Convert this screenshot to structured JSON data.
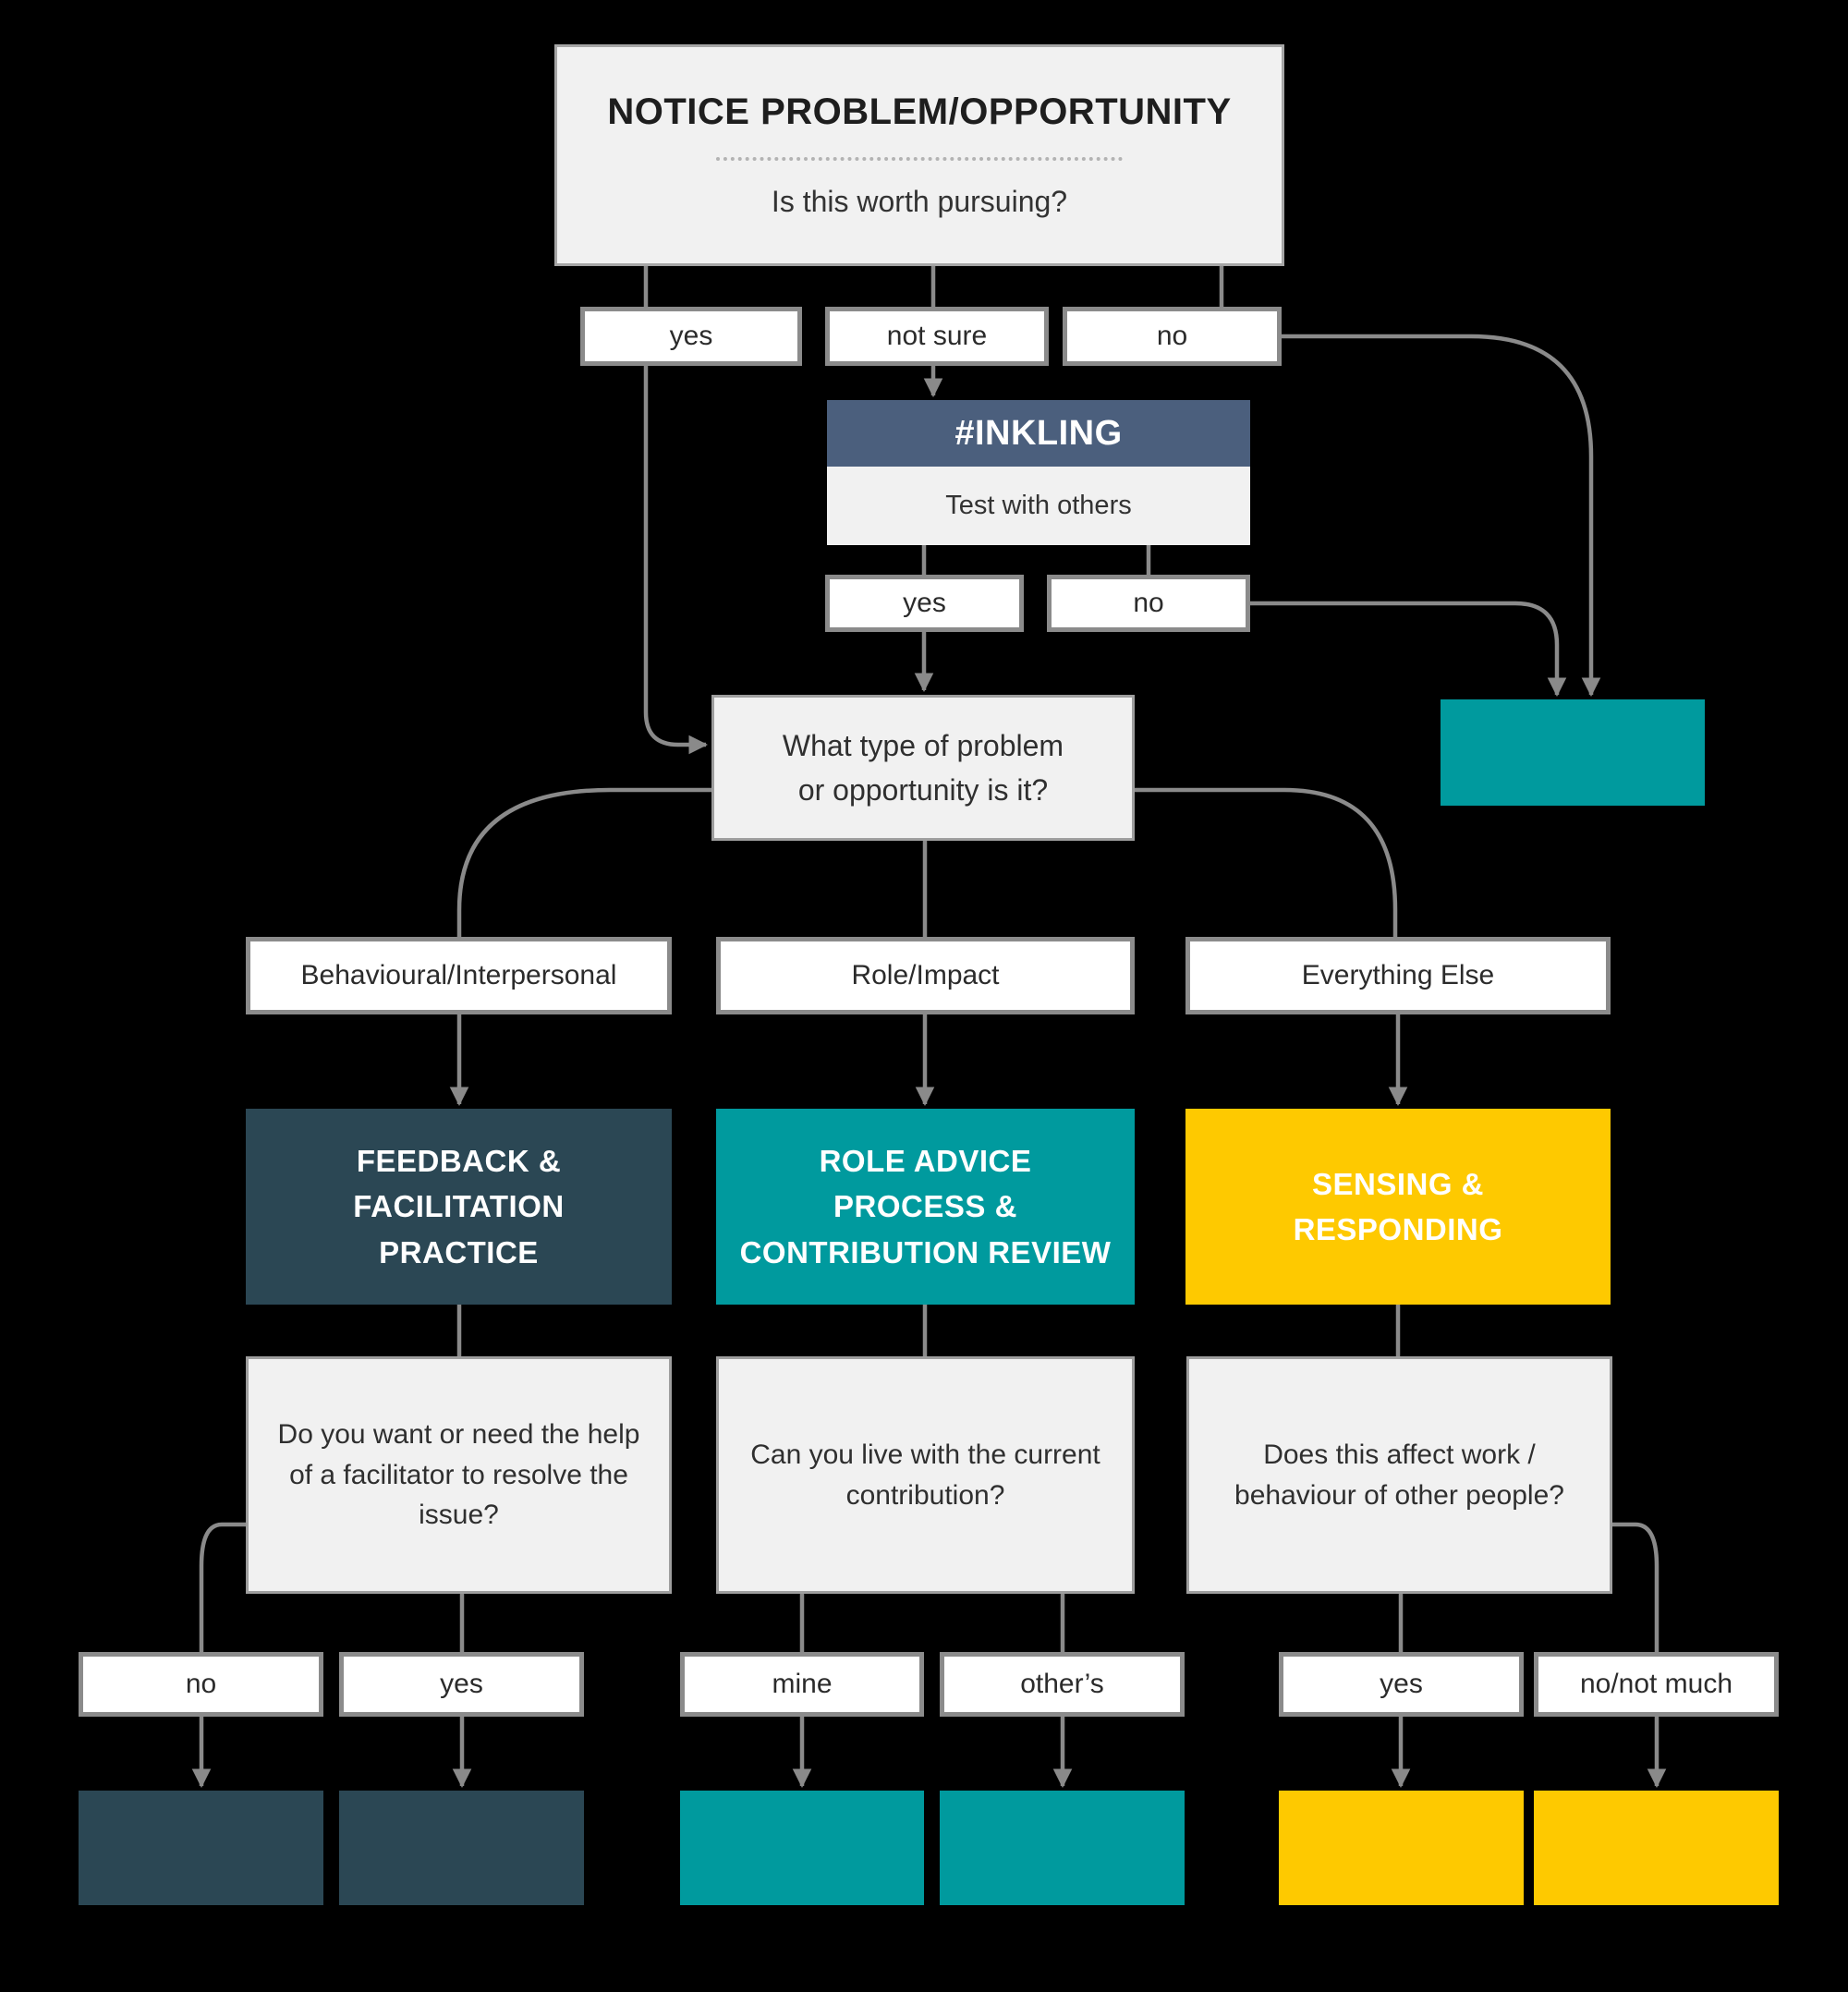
{
  "palette": {
    "background": "#000000",
    "panel_gray": "#f1f1f1",
    "border_gray": "#8b8b8b",
    "line_gray": "#8a8a8a",
    "dark_slate": "#2b4754",
    "teal": "#009a9e",
    "yellow": "#fec900",
    "inkling_blue": "#4b5f7d"
  },
  "start": {
    "title": "NOTICE PROBLEM/OPPORTUNITY",
    "question": "Is this worth pursuing?",
    "options": [
      "yes",
      "not sure",
      "no"
    ]
  },
  "inkling": {
    "title": "#INKLING",
    "body": "Test with others",
    "options": [
      "yes",
      "no"
    ]
  },
  "type_question": "What type of problem\nor opportunity is it?",
  "branches": [
    {
      "label": "Behavioural/Interpersonal",
      "practice": "FEEDBACK &\nFACILITATION\nPRACTICE",
      "question": "Do you want or need the help\nof a facilitator to resolve the\nissue?",
      "answers": [
        "no",
        "yes"
      ],
      "color": "#2b4754"
    },
    {
      "label": "Role/Impact",
      "practice": "ROLE ADVICE\nPROCESS &\nCONTRIBUTION REVIEW",
      "question": "Can you live with the current\ncontribution?",
      "answers": [
        "mine",
        "other’s"
      ],
      "color": "#009a9e"
    },
    {
      "label": "Everything Else",
      "practice": "SENSING &\nRESPONDING",
      "question": "Does this affect work /\nbehaviour of other people?",
      "answers": [
        "yes",
        "no/not much"
      ],
      "color": "#fec900"
    }
  ]
}
